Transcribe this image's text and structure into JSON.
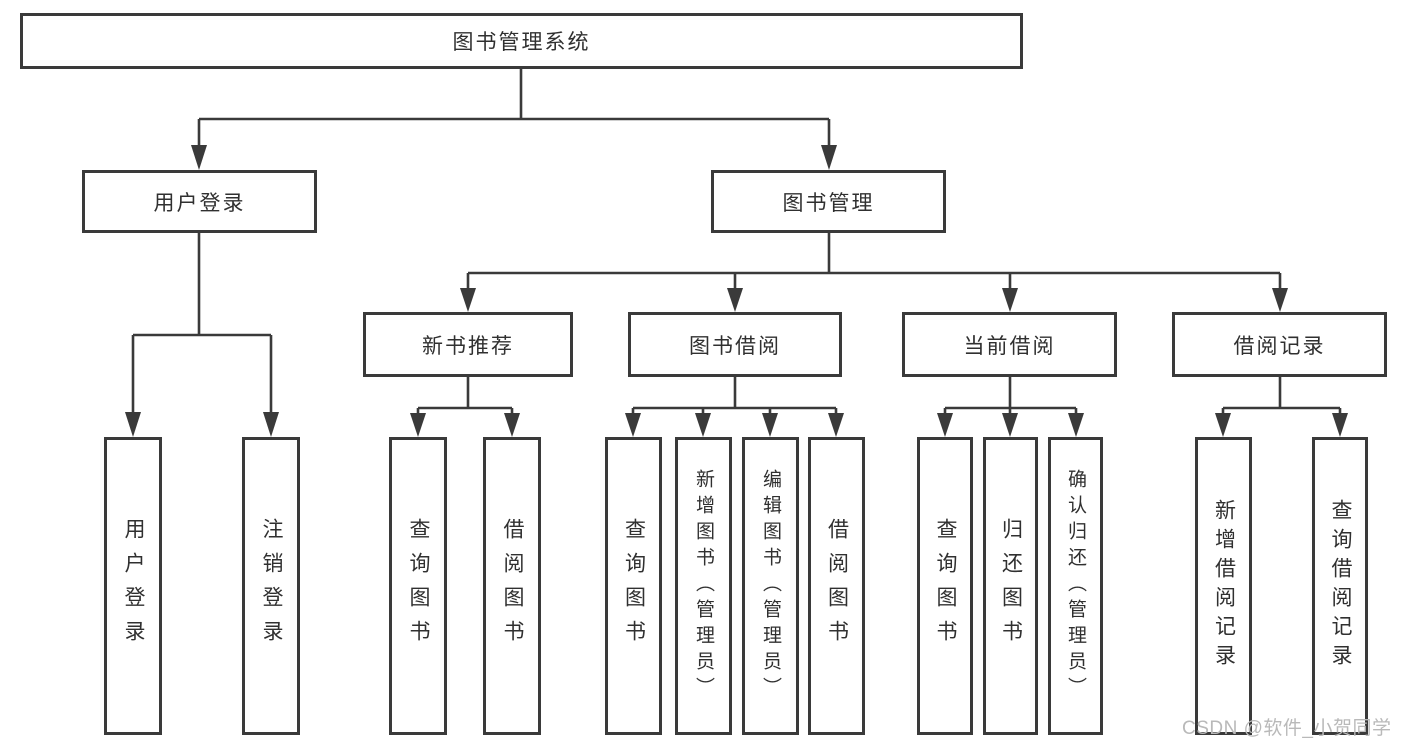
{
  "diagram": {
    "title": "图书管理系统",
    "root": {
      "label": "图书管理系统"
    },
    "level2": [
      {
        "label": "用户登录"
      },
      {
        "label": "图书管理"
      }
    ],
    "level3": [
      {
        "label": "新书推荐"
      },
      {
        "label": "图书借阅"
      },
      {
        "label": "当前借阅"
      },
      {
        "label": "借阅记录"
      }
    ],
    "leaves": {
      "user_login": [
        "用户登录",
        "注销登录"
      ],
      "new_books": [
        "查询图书",
        "借阅图书"
      ],
      "book_borrow": [
        "查询图书",
        "新增图书（管理员）",
        "编辑图书（管理员）",
        "借阅图书"
      ],
      "current_borrow": [
        "查询图书",
        "归还图书",
        "确认归还（管理员）"
      ],
      "borrow_records": [
        "新增借阅记录",
        "查询借阅记录"
      ]
    }
  },
  "watermark": "CSDN @软件_小贺同学",
  "colors": {
    "line": "#3a3a3a",
    "text": "#303030",
    "watermark": "#b9b9b9",
    "background": "#ffffff"
  }
}
